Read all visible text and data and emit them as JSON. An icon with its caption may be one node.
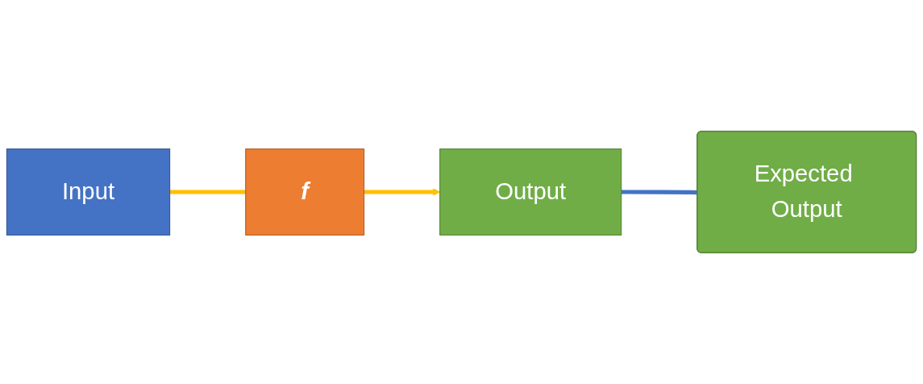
{
  "diagram": {
    "nodes": [
      {
        "text": [
          "Input"
        ]
      },
      {
        "text": [
          "f"
        ]
      },
      {
        "text": [
          "Output"
        ]
      },
      {
        "text": [
          "Expected Output"
        ]
      }
    ],
    "edges": [
      {
        "from": 0,
        "to": 1,
        "arrow": "none"
      },
      {
        "from": 1,
        "to": 2,
        "arrow": "to"
      },
      {
        "from": 2,
        "to": 3,
        "arrow": "none",
        "color": "#4472c4"
      }
    ]
  }
}
